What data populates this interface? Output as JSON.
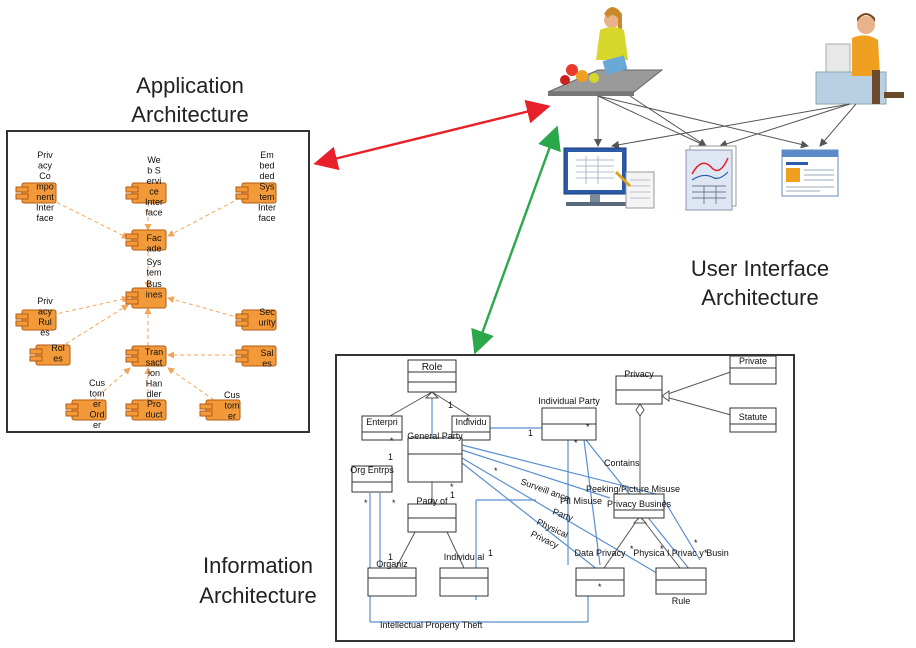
{
  "titles": {
    "application_line1": "Application",
    "application_line2": "Architecture",
    "ui_line1": "User Interface",
    "ui_line2": "Architecture",
    "info_line1": "Information",
    "info_line2": "Architecture"
  },
  "app_components": [
    [
      "Priv",
      "acy",
      "Co",
      "mpo",
      "nent",
      "Inter",
      "face"
    ],
    [
      "We",
      "b S",
      "ervi",
      "ce",
      "Inter",
      "face"
    ],
    [
      "Em",
      "bed",
      "ded",
      "Sys",
      "tem",
      "Inter",
      "face"
    ],
    [
      "Fac",
      "ade"
    ],
    [
      "Sys",
      "tem"
    ],
    [
      "Priv",
      "acy",
      "Rul",
      "es"
    ],
    [
      "Bus",
      "ines"
    ],
    [
      "Sec",
      "urity"
    ],
    [
      "Rol",
      "es"
    ],
    [
      "Tran",
      "sact",
      "ion",
      "Han",
      "dler"
    ],
    [
      "Sal",
      "es"
    ],
    [
      "Cus",
      "tom",
      "er",
      "Ord",
      "er"
    ],
    [
      "Pro",
      "duct"
    ],
    [
      "Cus",
      "tom",
      "er"
    ]
  ],
  "uml_classes": {
    "role": "Role",
    "enterprise": "Enterpri",
    "individual_role": "Individu",
    "individual_party": "Individual Party",
    "privacy_policy": "Privacy",
    "private_data": "Private",
    "statute": "Statute",
    "general_party": "General Party",
    "org_entity": "Org Entrps",
    "party_of": "Party of",
    "privacy_business": "Privacy Busines",
    "organization": "Organiz",
    "individual": "Individu al",
    "data_privacy": "Data Privacy",
    "physical_privacy_business_rule": "Physica l Privac y Busin",
    "rule": "Rule"
  },
  "uml_labels": {
    "contains": "Contains",
    "peeking": "Peeking/Picture Misuse",
    "surveillance": "Surveill ance",
    "pii": "PII Misuse",
    "party": "Party",
    "physical": "Physical",
    "privacy": "Privacy",
    "ip_theft": "Intellectual Property Theft",
    "one": "1",
    "many": "*"
  },
  "colors": {
    "red_arrow": "#e8202a",
    "green_arrow": "#2aa84a",
    "component": "#f29a3a",
    "association": "#5b8fcf"
  },
  "icons": [
    "shopper-woman-icon",
    "office-worker-icon",
    "desktop-form-icon",
    "report-chart-icon",
    "web-page-icon"
  ]
}
